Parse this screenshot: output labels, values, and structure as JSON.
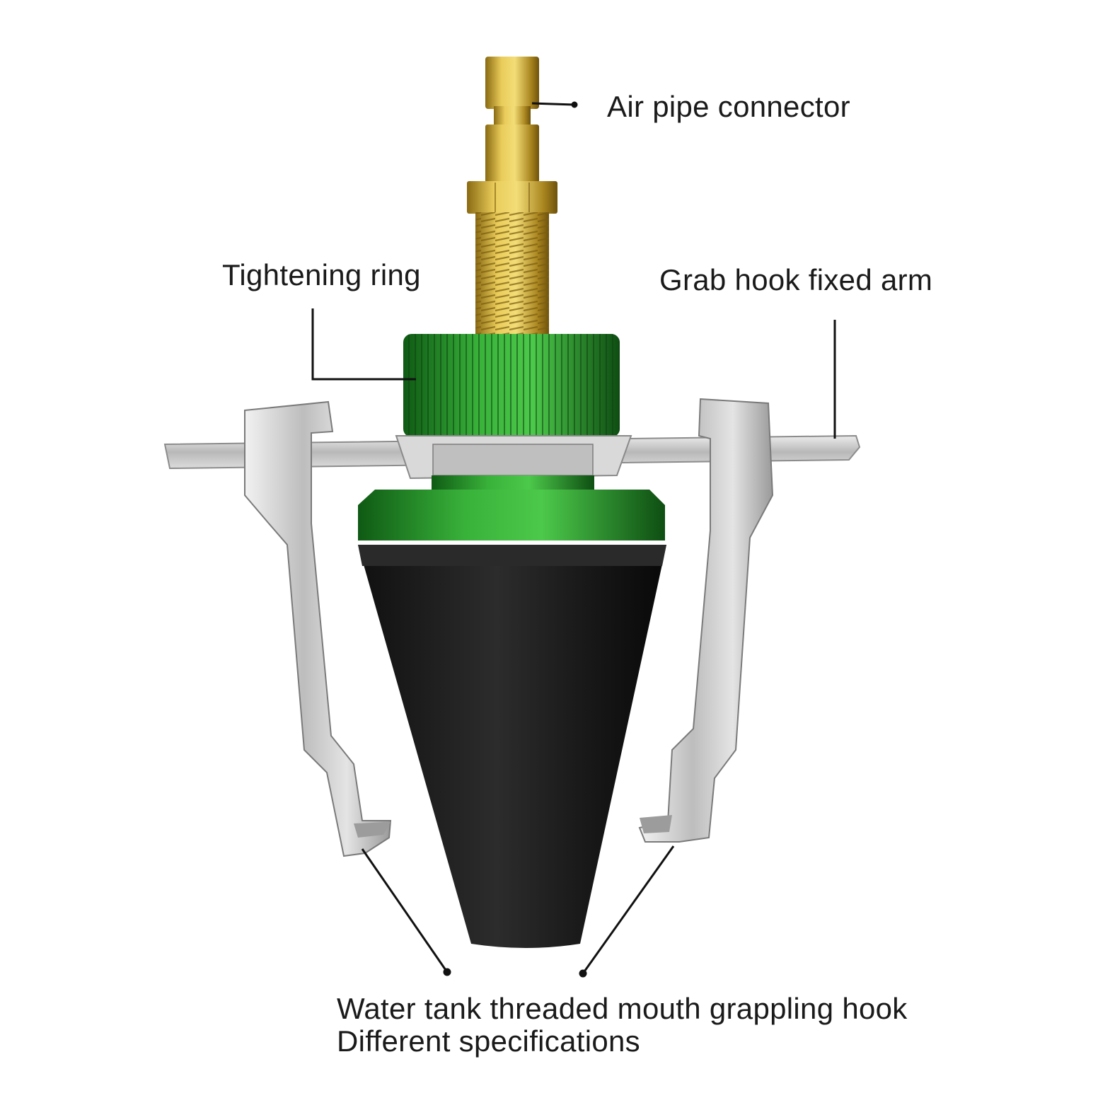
{
  "labels": {
    "air_pipe_connector": "Air pipe connector",
    "tightening_ring": "Tightening ring",
    "grab_hook_fixed_arm": "Grab hook fixed arm",
    "water_tank_hook": "Water tank threaded mouth grappling hook",
    "different_specifications": "Different specifications"
  },
  "colors": {
    "brass": "#c9a63a",
    "green_ring": "#2e9a2e",
    "rubber_cone": "#1e1e1e",
    "steel": "#c8c8c8",
    "leader_line": "#111111"
  }
}
